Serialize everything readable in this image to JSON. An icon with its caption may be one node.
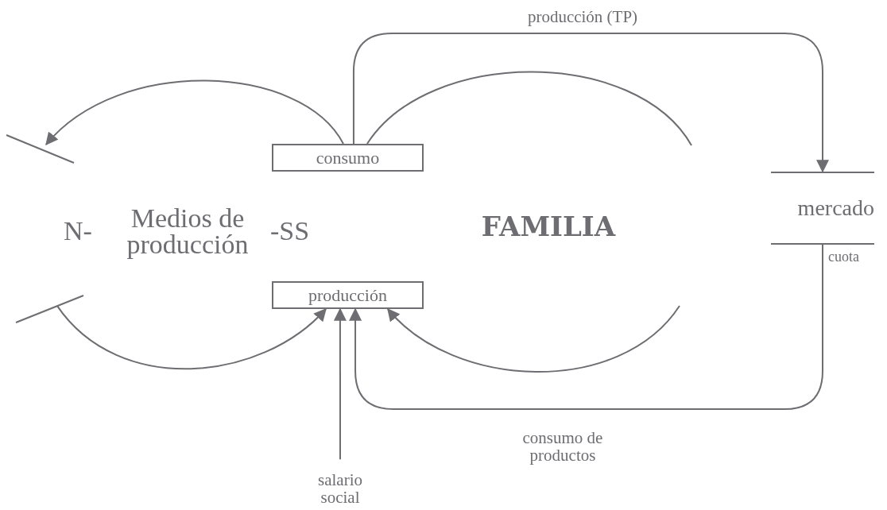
{
  "diagram": {
    "nodes": [
      {
        "text": [],
        "shape": "bar"
      },
      {
        "text": [
          "consumo"
        ]
      },
      {
        "text": [
          "Medios de producción"
        ],
        "beside": [
          "N-",
          "-SS"
        ]
      },
      {
        "text": [
          "FAMILIA"
        ]
      },
      {
        "text": [
          "mercado"
        ],
        "beside": [
          "cuota"
        ]
      },
      {
        "text": [],
        "shape": "bar"
      },
      {
        "text": [
          "producción"
        ]
      },
      {
        "text": [
          "salario social"
        ]
      }
    ],
    "edges": [
      {
        "from": 1,
        "to": 0,
        "arrow": "to"
      },
      {
        "from": 1,
        "to": 4,
        "arrow": "to",
        "label": "producción (TP)"
      },
      {
        "from": 1,
        "to": null,
        "arrow": "none"
      },
      {
        "from": null,
        "to": 6,
        "arrow": "to"
      },
      {
        "from": 5,
        "to": 6,
        "arrow": "to"
      },
      {
        "from": 4,
        "to": 6,
        "arrow": "to",
        "label": "consumo de productos"
      },
      {
        "from": 7,
        "to": 6,
        "arrow": "to"
      }
    ]
  }
}
